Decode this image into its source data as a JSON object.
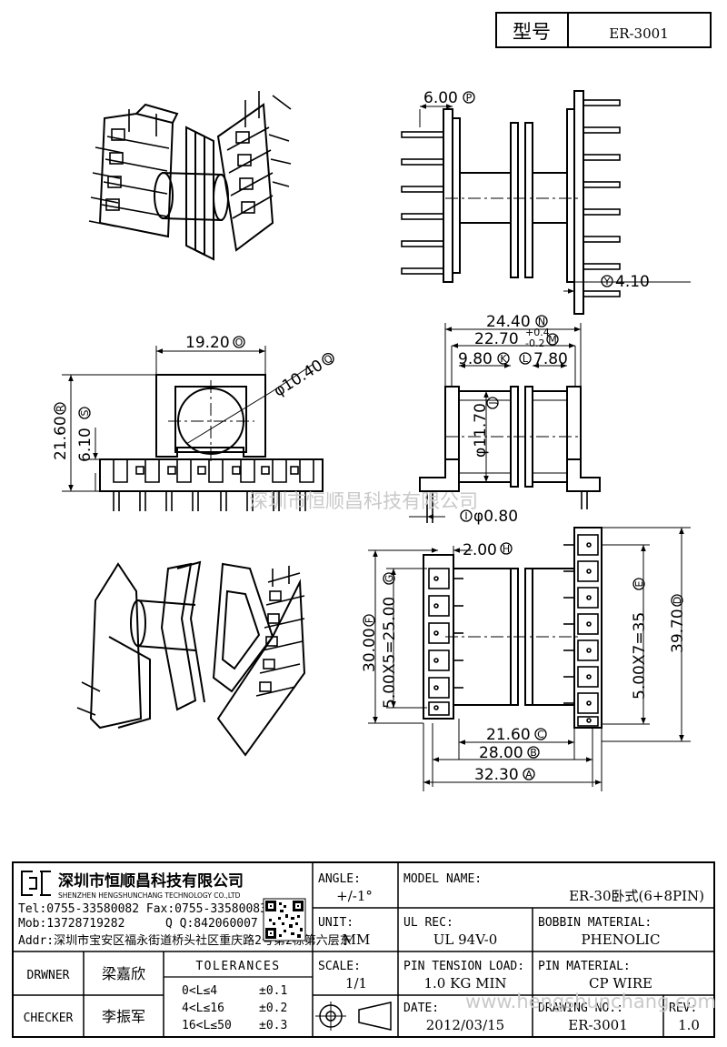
{
  "part_header": {
    "label": "型号",
    "value": "ER-3001"
  },
  "watermarks": {
    "center": "深圳市恒顺昌科技有限公司",
    "bottom": "www.hengshunchang.com"
  },
  "dimensions": {
    "p": "6.00",
    "p_tag": "P",
    "y": "4.10",
    "y_tag": "Y",
    "n": "24.40",
    "n_tag": "N",
    "m": "22.70",
    "m_tag": "M",
    "m_tol_upper": "+0.4",
    "m_tol_lower": "-0.2",
    "k": "9.80",
    "k_tag": "K",
    "l": "7.80",
    "l_tag": "L",
    "j": "φ11.70",
    "j_tag": "J",
    "i": "φ0.80",
    "i_tag": "I",
    "o": "19.20",
    "o_tag": "O",
    "q": "φ10.40",
    "q_tag": "Q",
    "r": "21.60",
    "r_tag": "R",
    "s": "6.10",
    "s_tag": "S",
    "h": "2.00",
    "h_tag": "H",
    "f": "30.00",
    "f_tag": "F",
    "g": "5.00X5=25.00",
    "g_tag": "G",
    "e": "5.00X7=35",
    "e_tag": "E",
    "d": "39.70",
    "d_tag": "D",
    "c": "21.60",
    "c_tag": "C",
    "b": "28.00",
    "b_tag": "B",
    "a": "32.30",
    "a_tag": "A"
  },
  "company": {
    "name": "深圳市恒顺昌科技有限公司",
    "name_en": "SHENZHEN HENGSHUNCHANG TECHNOLOGY CO.,LTD",
    "tel": "Tel:0755-33580082 Fax:0755-33580083",
    "mob": "Mob:13728719282",
    "qq": "Q  Q:842060007",
    "addr": "Addr:深圳市宝安区福永街道桥头社区重庆路2号第2栋第六层东"
  },
  "title_block": {
    "angle_label": "ANGLE:",
    "angle_value": "+/-1°",
    "model_label": "MODEL NAME:",
    "model_value": "ER-30卧式(6+8PIN)",
    "unit_label": "UNIT:",
    "unit_value": "MM",
    "ul_label": "UL REC:",
    "ul_value": "UL 94V-0",
    "bobbin_label": "BOBBIN MATERIAL:",
    "bobbin_value": "PHENOLIC",
    "scale_label": "SCALE:",
    "scale_value": "1/1",
    "pin_tension_label": "PIN TENSION LOAD:",
    "pin_tension_value": "1.0 KG MIN",
    "pin_material_label": "PIN MATERIAL:",
    "pin_material_value": "CP WIRE",
    "date_label": "DATE:",
    "date_value": "2012/03/15",
    "drawing_label": "DRAWING NO.:",
    "drawing_value": "ER-3001",
    "rev_label": "REV:",
    "rev_value": "1.0",
    "drawer_label": "DRWNER",
    "drawer_value": "梁嘉欣",
    "checker_label": "CHECKER",
    "checker_value": "李振军",
    "tolerances_title": "TOLERANCES",
    "tol_rows": [
      {
        "range": "0<L≤4",
        "value": "±0.1"
      },
      {
        "range": "4<L≤16",
        "value": "±0.2"
      },
      {
        "range": "16<L≤50",
        "value": "±0.3"
      }
    ]
  }
}
